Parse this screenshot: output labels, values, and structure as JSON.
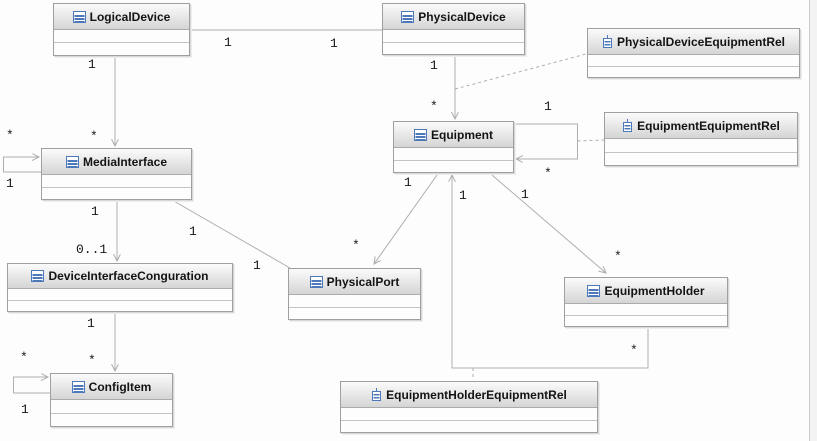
{
  "diagram": {
    "kind": "uml-class-diagram",
    "colors": {
      "icon_blue": "#4d79bb",
      "connector_gray": "#aeaeae",
      "title_gradient_top": "#fbfbfb",
      "title_gradient_bottom": "#d5d5d5"
    },
    "classes": [
      {
        "name": "LogicalDevice",
        "icon": "class-icon"
      },
      {
        "name": "PhysicalDevice",
        "icon": "class-icon"
      },
      {
        "name": "PhysicalDeviceEquipmentRel",
        "icon": "association-class-icon"
      },
      {
        "name": "Equipment",
        "icon": "class-icon"
      },
      {
        "name": "EquipmentEquipmentRel",
        "icon": "association-class-icon"
      },
      {
        "name": "MediaInterface",
        "icon": "class-icon"
      },
      {
        "name": "DeviceInterfaceConguration",
        "icon": "class-icon"
      },
      {
        "name": "PhysicalPort",
        "icon": "class-icon"
      },
      {
        "name": "EquipmentHolder",
        "icon": "class-icon"
      },
      {
        "name": "ConfigItem",
        "icon": "class-icon"
      },
      {
        "name": "EquipmentHolderEquipmentRel",
        "icon": "association-class-icon"
      }
    ],
    "associations": [
      {
        "id": "logicaldevice-physicaldevice",
        "from": "LogicalDevice",
        "to": "PhysicalDevice",
        "line": "solid",
        "arrow": "none",
        "from_label": "1",
        "to_label": "1"
      },
      {
        "id": "logicaldevice-mediainterface",
        "from": "LogicalDevice",
        "to": "MediaInterface",
        "line": "solid",
        "arrow": "open",
        "from_label": "1",
        "to_label": "*"
      },
      {
        "id": "mediainterface-self",
        "from": "MediaInterface",
        "to": "MediaInterface",
        "line": "solid",
        "arrow": "open",
        "from_label": "1",
        "to_label": "*"
      },
      {
        "id": "mediainterface-deviceinterfaceconguration",
        "from": "MediaInterface",
        "to": "DeviceInterfaceConguration",
        "line": "solid",
        "arrow": "open",
        "from_label": "1",
        "to_label": "0..1"
      },
      {
        "id": "mediainterface-physicalport",
        "from": "MediaInterface",
        "to": "PhysicalPort",
        "line": "solid",
        "arrow": "none",
        "from_label": "1",
        "to_label": "1"
      },
      {
        "id": "physicaldevice-equipment",
        "from": "PhysicalDevice",
        "to": "Equipment",
        "line": "solid",
        "arrow": "open",
        "from_label": "1",
        "to_label": "*"
      },
      {
        "id": "physicaldeviceequipmentrel-link",
        "from": "PhysicalDevice-Equipment association",
        "to": "PhysicalDeviceEquipmentRel",
        "line": "dashed",
        "arrow": "none",
        "from_label": "",
        "to_label": ""
      },
      {
        "id": "equipment-self",
        "from": "Equipment",
        "to": "Equipment",
        "line": "solid",
        "arrow": "open",
        "from_label": "1",
        "to_label": "*"
      },
      {
        "id": "equipmentequipmentrel-link",
        "from": "Equipment-Equipment association",
        "to": "EquipmentEquipmentRel",
        "line": "dashed",
        "arrow": "none",
        "from_label": "",
        "to_label": ""
      },
      {
        "id": "equipment-physicalport",
        "from": "Equipment",
        "to": "PhysicalPort",
        "line": "solid",
        "arrow": "open",
        "from_label": "1",
        "to_label": "*"
      },
      {
        "id": "equipmentholder-equipment",
        "from": "EquipmentHolder",
        "to": "Equipment",
        "line": "solid",
        "arrow": "open",
        "from_label": "*",
        "to_label": "1"
      },
      {
        "id": "equipmentholderequipmentrel-link",
        "from": "EquipmentHolder-Equipment association",
        "to": "EquipmentHolderEquipmentRel",
        "line": "dashed",
        "arrow": "none",
        "from_label": "",
        "to_label": ""
      },
      {
        "id": "equipment-equipmentholder",
        "from": "Equipment",
        "to": "EquipmentHolder",
        "line": "solid",
        "arrow": "open",
        "from_label": "1",
        "to_label": "*"
      },
      {
        "id": "deviceinterfaceconguration-configitem",
        "from": "DeviceInterfaceConguration",
        "to": "ConfigItem",
        "line": "solid",
        "arrow": "open",
        "from_label": "1",
        "to_label": "*"
      },
      {
        "id": "configitem-self",
        "from": "ConfigItem",
        "to": "ConfigItem",
        "line": "solid",
        "arrow": "open",
        "from_label": "1",
        "to_label": "*"
      }
    ]
  }
}
